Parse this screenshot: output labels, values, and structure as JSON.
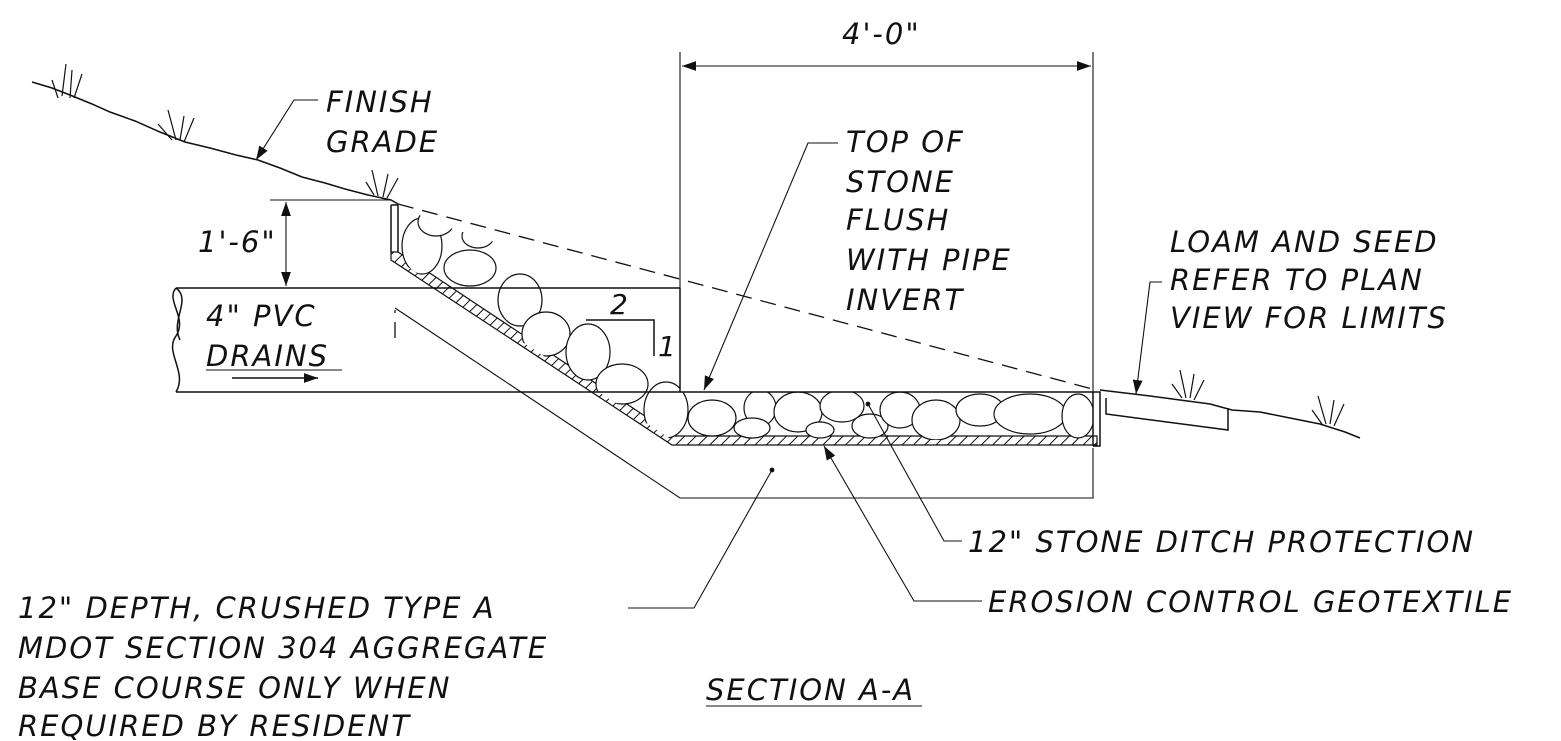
{
  "dimensions": {
    "width_label": "4'-0\"",
    "depth_label": "1'-6\""
  },
  "labels": {
    "finish_grade": [
      "FINISH",
      "GRADE"
    ],
    "top_of_stone": [
      "TOP OF",
      "STONE",
      "FLUSH",
      "WITH PIPE",
      "INVERT"
    ],
    "loam_and_seed": [
      "LOAM AND SEED",
      "REFER TO PLAN",
      "VIEW FOR LIMITS"
    ],
    "pvc_drains": [
      "4\" PVC",
      "DRAINS"
    ],
    "slope_run": "2",
    "slope_rise": "1",
    "stone_protection": "12\" STONE DITCH PROTECTION",
    "geotextile": "EROSION CONTROL GEOTEXTILE",
    "aggregate_base": [
      "12\" DEPTH, CRUSHED TYPE A",
      "MDOT SECTION 304 AGGREGATE",
      "BASE COURSE ONLY WHEN",
      "REQUIRED BY RESIDENT"
    ],
    "section_title": "SECTION A-A"
  },
  "colors": {
    "ink": "#111111",
    "background": "#ffffff"
  }
}
